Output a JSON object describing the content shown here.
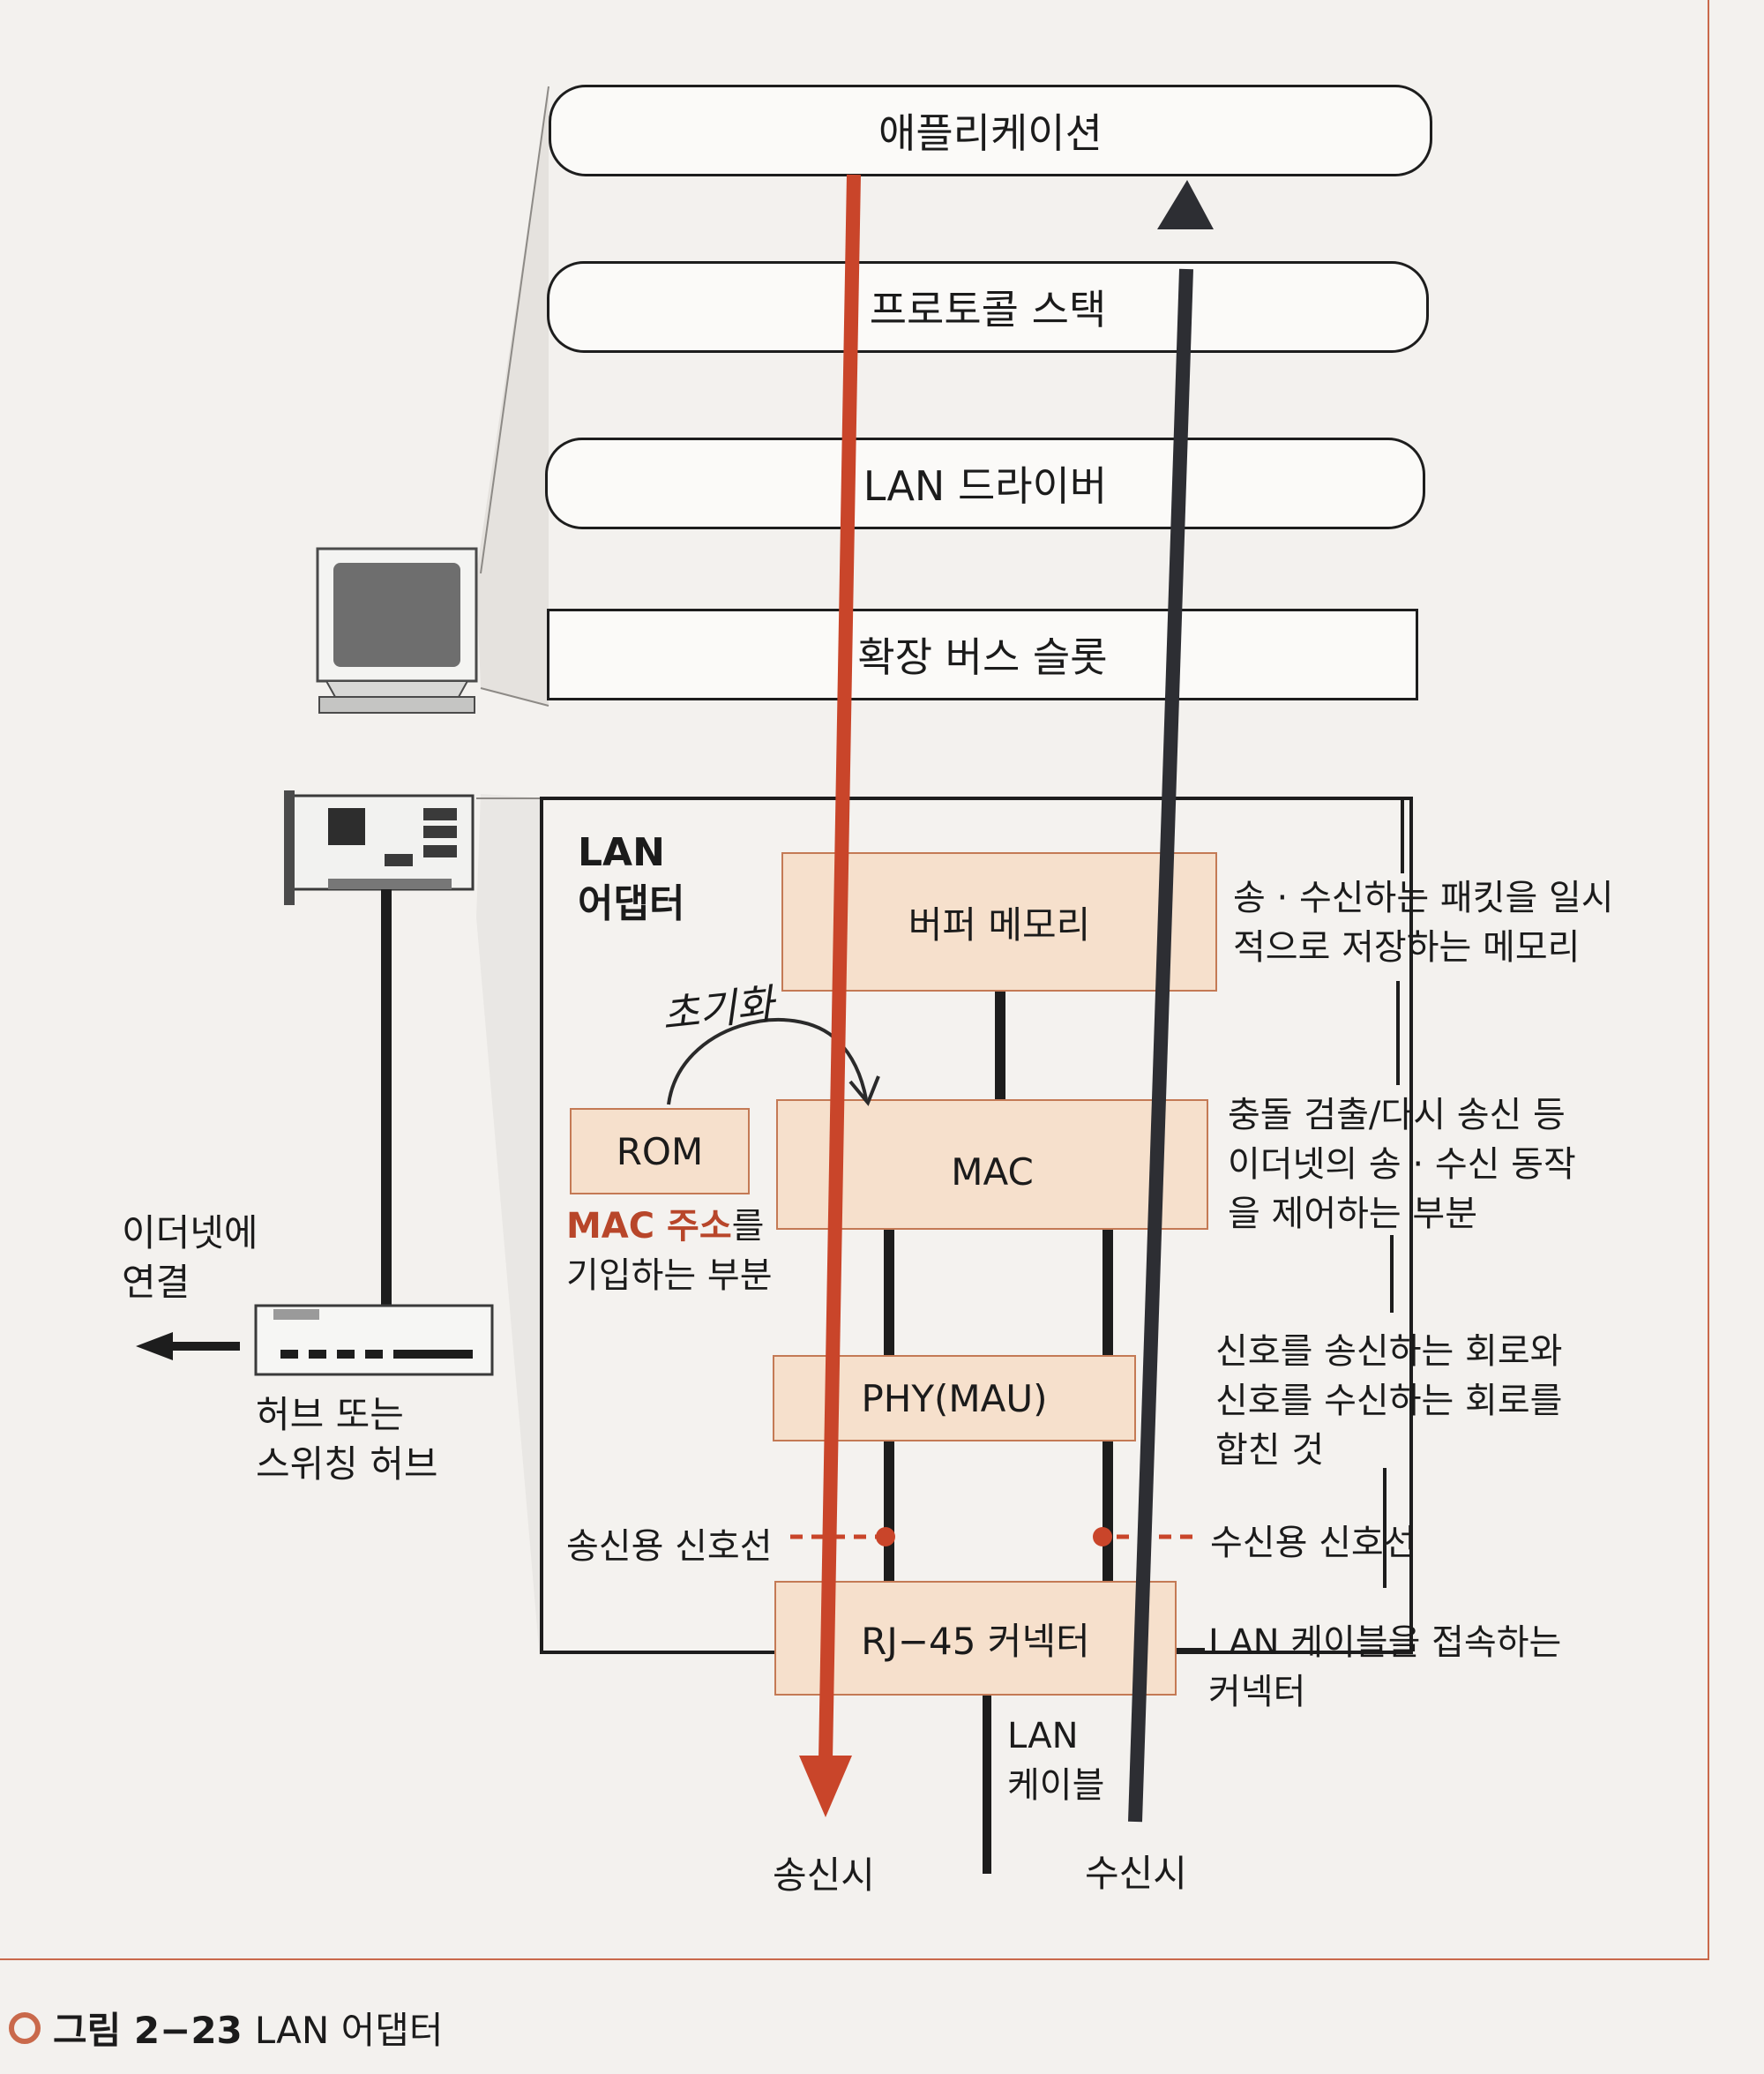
{
  "layers": {
    "application": "애플리케이션",
    "protocol_stack": "프로토콜 스택",
    "lan_driver": "LAN 드라이버",
    "expansion_slot": "확장 버스 슬롯"
  },
  "adapter": {
    "label_line1": "LAN",
    "label_line2": "어댑터",
    "buffer_memory": "버퍼 메모리",
    "mac": "MAC",
    "rom": "ROM",
    "phy": "PHY(MAU)",
    "rj45": "RJ−45 커넥터"
  },
  "notes": {
    "buffer": [
      "송 · 수신하는 패킷을 일시",
      "적으로 저장하는 메모리"
    ],
    "mac": [
      "충돌 검출/다시 송신 등",
      "이더넷의 송 · 수신 동작",
      "을 제어하는 부분"
    ],
    "phy": [
      "신호를 송신하는 회로와",
      "신호를 수신하는 회로를",
      "합친 것"
    ],
    "rj45": [
      "LAN 케이블을 접속하는",
      "커넥터"
    ]
  },
  "rom_note": {
    "highlight": "MAC 주소",
    "rest_line1": "를",
    "line2": "기입하는 부분"
  },
  "handwritten": "초기화",
  "signals": {
    "tx": "송신용 신호선",
    "rx": "수신용 신호선"
  },
  "cable": [
    "LAN",
    "케이블"
  ],
  "directions": {
    "send": "송신시",
    "receive": "수신시"
  },
  "hub": {
    "ethernet_line1": "이더넷에",
    "ethernet_line2": "연결",
    "label_line1": "허브 또는",
    "label_line2": "스위칭 허브"
  },
  "caption": {
    "figure": "그림 2−23",
    "title": "LAN 어댑터"
  },
  "colors": {
    "send_arrow": "#c9452a",
    "receive_arrow": "#2d2e33",
    "block_fill": "#f6e0cc"
  }
}
